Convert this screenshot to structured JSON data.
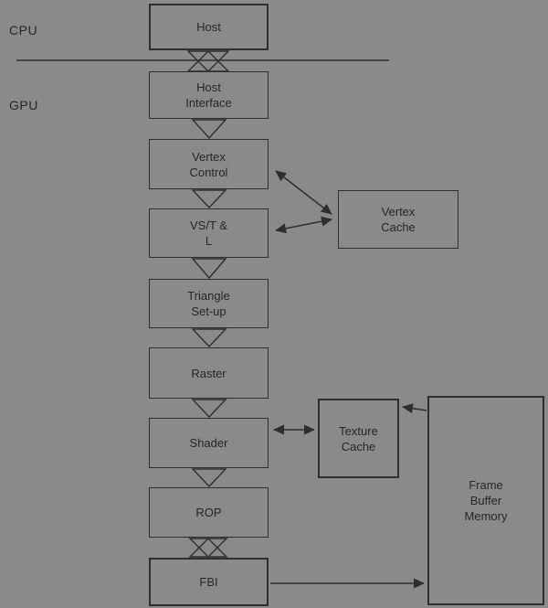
{
  "diagram": {
    "region_labels": {
      "cpu": "CPU",
      "gpu": "GPU"
    },
    "colors": {
      "background": "#8a8a8a",
      "ink": "#2e2e2e",
      "text": "#262626"
    },
    "nodes": {
      "host": {
        "label": "Host"
      },
      "host_interface": {
        "label": "Host\nInterface"
      },
      "vertex_control": {
        "label": "Vertex\nControl"
      },
      "vst_l": {
        "label": "VS/T &\nL"
      },
      "triangle_setup": {
        "label": "Triangle\nSet-up"
      },
      "raster": {
        "label": "Raster"
      },
      "shader": {
        "label": "Shader"
      },
      "rop": {
        "label": "ROP"
      },
      "fbi": {
        "label": "FBI"
      },
      "vertex_cache": {
        "label": "Vertex\nCache"
      },
      "texture_cache": {
        "label": "Texture\nCache"
      },
      "frame_buffer": {
        "label": "Frame\nBuffer\nMemory"
      }
    },
    "connections": [
      {
        "from": "host",
        "to": "host_interface",
        "type": "bus-bidirectional"
      },
      {
        "from": "host_interface",
        "to": "vertex_control",
        "type": "flow-triangle"
      },
      {
        "from": "vertex_control",
        "to": "vst_l",
        "type": "flow-triangle"
      },
      {
        "from": "vst_l",
        "to": "triangle_setup",
        "type": "flow-triangle"
      },
      {
        "from": "triangle_setup",
        "to": "raster",
        "type": "flow-triangle"
      },
      {
        "from": "raster",
        "to": "shader",
        "type": "flow-triangle"
      },
      {
        "from": "shader",
        "to": "rop",
        "type": "flow-triangle"
      },
      {
        "from": "rop",
        "to": "fbi",
        "type": "bus-bidirectional"
      },
      {
        "from": "vertex_control",
        "to": "vertex_cache",
        "type": "double-arrow"
      },
      {
        "from": "vst_l",
        "to": "vertex_cache",
        "type": "double-arrow"
      },
      {
        "from": "shader",
        "to": "texture_cache",
        "type": "double-arrow"
      },
      {
        "from": "frame_buffer",
        "to": "texture_cache",
        "type": "arrow"
      },
      {
        "from": "fbi",
        "to": "frame_buffer",
        "type": "arrow"
      }
    ]
  }
}
